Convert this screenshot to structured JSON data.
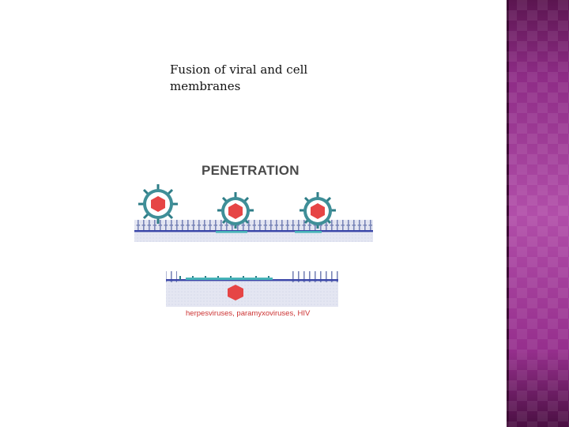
{
  "caption": {
    "line1": "Fusion of viral  and cell",
    "line2": "membranes"
  },
  "figure": {
    "title": "PENETRATION",
    "subtitle": "herpesviruses, paramyxoviruses, HIV"
  },
  "colors": {
    "capsid": "#e64545",
    "envelope": "#3f8f98",
    "spike": "#2e7d87",
    "membrane_line": "#3a46a8",
    "cytoplasm": "#e3e5f2",
    "receptor": "#7a86b8",
    "panel_purple": "#b14ea9"
  }
}
